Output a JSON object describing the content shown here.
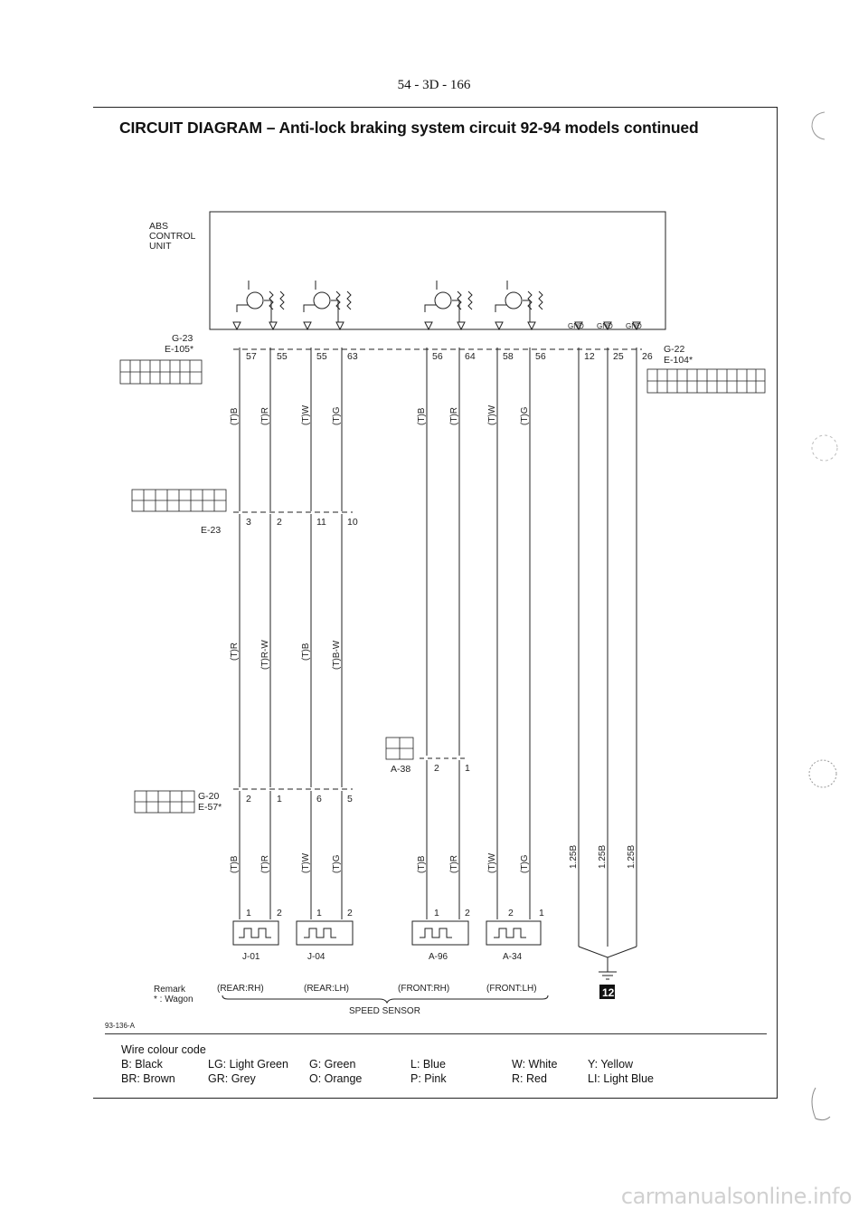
{
  "page_number": "54 - 3D - 166",
  "title": "CIRCUIT DIAGRAM – Anti-lock braking system circuit 92-94 models continued",
  "abs_unit_label": [
    "ABS",
    "CONTROL",
    "UNIT"
  ],
  "connectors": {
    "g23": [
      "G-23",
      "E-105*"
    ],
    "g22": [
      "G-22",
      "E-104*"
    ],
    "e23": "E-23",
    "g20": [
      "G-20",
      "E-57*"
    ],
    "a38": "A-38"
  },
  "gnd_labels": [
    "GND",
    "GND",
    "GND"
  ],
  "upper_pins": [
    "57",
    "55",
    "55",
    "63",
    "56",
    "64",
    "58",
    "56",
    "12",
    "25",
    "26"
  ],
  "upper_wires": [
    "(T)B",
    "(T)R",
    "(T)W",
    "(T)G",
    "(T)B",
    "(T)R",
    "(T)W",
    "(T)G"
  ],
  "e23_pins": [
    "3",
    "2",
    "11",
    "10"
  ],
  "mid_wires": [
    "(T)R",
    "(T)R-W",
    "(T)B",
    "(T)B-W"
  ],
  "a38_pins": [
    "2",
    "1"
  ],
  "g20_pins": [
    "2",
    "1",
    "6",
    "5"
  ],
  "lower_wires": [
    "(T)B",
    "(T)R",
    "(T)W",
    "(T)G",
    "(T)B",
    "(T)R",
    "(T)W",
    "(T)G"
  ],
  "ground_wires": [
    "1.25B",
    "1.25B",
    "1.25B"
  ],
  "sensor_pins": [
    "1",
    "2",
    "1",
    "2",
    "1",
    "2",
    "2",
    "1"
  ],
  "sensors": [
    {
      "id": "J-01",
      "position": "(REAR:RH)"
    },
    {
      "id": "J-04",
      "position": "(REAR:LH)"
    },
    {
      "id": "A-96",
      "position": "(FRONT:RH)"
    },
    {
      "id": "A-34",
      "position": "(FRONT:LH)"
    }
  ],
  "speed_sensor_label": "SPEED SENSOR",
  "remark": [
    "Remark",
    "* : Wagon"
  ],
  "ground_badge": "12",
  "figure_code": "93-136-A",
  "legend": {
    "heading": "Wire colour code",
    "rows": [
      [
        "B: Black",
        "LG: Light Green",
        "G: Green",
        "L: Blue",
        "W: White",
        "Y: Yellow"
      ],
      [
        "BR: Brown",
        "GR: Grey",
        "O: Orange",
        "P: Pink",
        "R: Red",
        "LI: Light Blue"
      ]
    ]
  },
  "watermark": "carmanualsonline.info"
}
